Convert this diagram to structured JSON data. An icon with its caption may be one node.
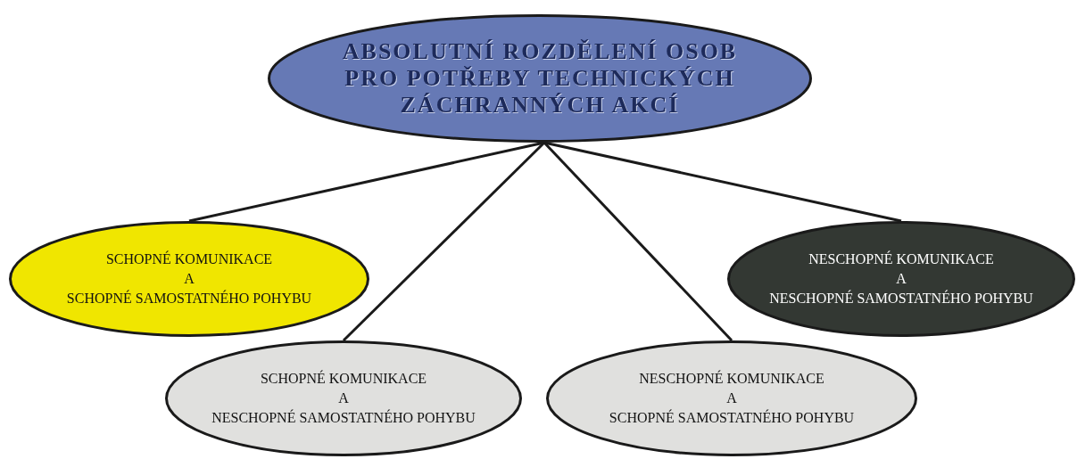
{
  "diagram": {
    "nodes": [
      {
        "text": [
          "ABSOLUTNÍ ROZDĚLENÍ OSOB PRO POTŘEBY TECHNICKÝCH ZÁCHRANNÝCH AKCÍ"
        ]
      },
      {
        "text": [
          "SCHOPNÉ KOMUNIKACE",
          "A",
          "SCHOPNÉ SAMOSTATNÉHO POHYBU"
        ]
      },
      {
        "text": [
          "SCHOPNÉ KOMUNIKACE",
          "A",
          "NESCHOPNÉ SAMOSTATNÉHO POHYBU"
        ]
      },
      {
        "text": [
          "NESCHOPNÉ KOMUNIKACE",
          "A",
          "SCHOPNÉ SAMOSTATNÉHO POHYBU"
        ]
      },
      {
        "text": [
          "NESCHOPNÉ KOMUNIKACE",
          "A",
          "NESCHOPNÉ SAMOSTATNÉHO POHYBU"
        ]
      }
    ],
    "edges": [
      {
        "from": 0,
        "to": 1,
        "arrow": "none"
      },
      {
        "from": 0,
        "to": 2,
        "arrow": "none"
      },
      {
        "from": 0,
        "to": 3,
        "arrow": "none"
      },
      {
        "from": 0,
        "to": 4,
        "arrow": "none"
      }
    ]
  }
}
